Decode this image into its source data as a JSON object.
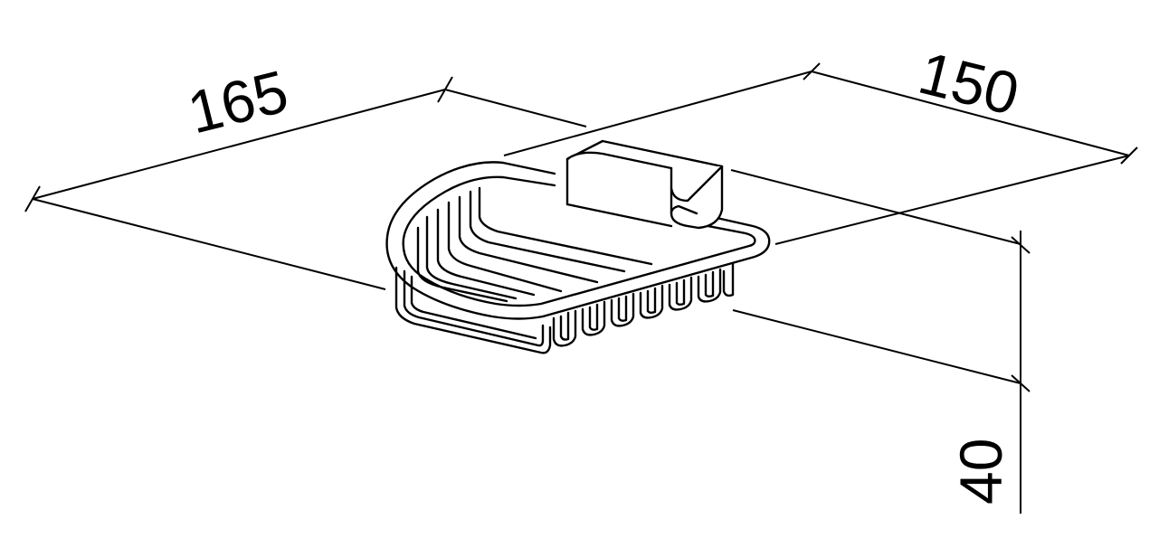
{
  "dimensions": {
    "length": "165",
    "depth": "150",
    "height": "40"
  },
  "colors": {
    "line": "#000000",
    "background": "#ffffff"
  },
  "figure": {
    "subject": "wire-basket-soap-holder"
  }
}
